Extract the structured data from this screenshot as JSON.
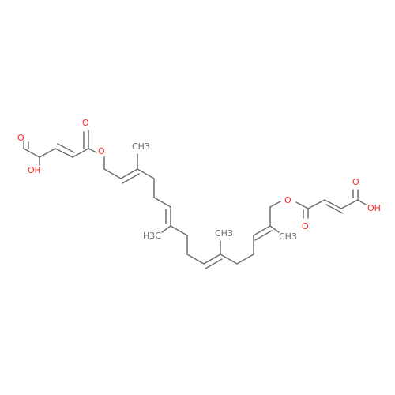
{
  "molecule": {
    "labels": {
      "o_left_carbonyl": "O",
      "oh_left": "OH",
      "o_left_ester_carbonyl": "O",
      "o_left_ester": "O",
      "methyl_1": "CH3",
      "methyl_2": "H3C",
      "methyl_3": "CH3",
      "methyl_4": "CH3",
      "o_right_ester": "O",
      "o_right_ester_carbonyl": "O",
      "o_right_carbonyl": "O",
      "oh_right": "OH"
    },
    "colors": {
      "bond": "#6e6e6e",
      "oxygen": "#ff2a2a"
    }
  }
}
